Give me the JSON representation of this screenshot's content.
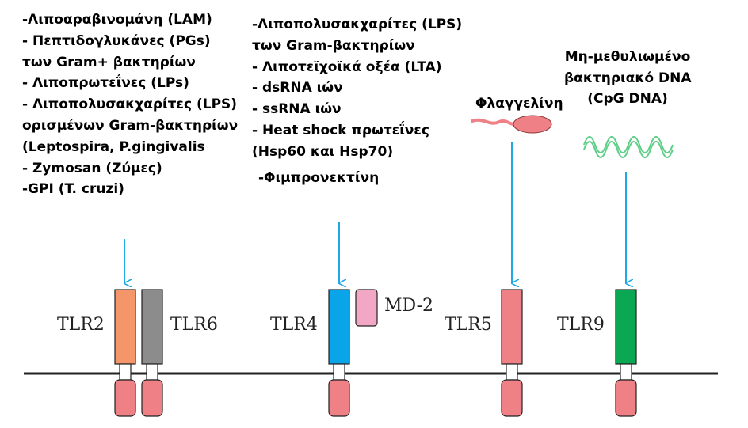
{
  "ligands": {
    "tlr2_6": [
      "-Λιποαραβινομάνη (LAM)",
      "- Πεπτιδογλυκάνες (PGs)",
      "των Gram+ βακτηρίων",
      "- Λιποπρωτεΐνες (LPs)",
      "- Λιποπολυσακχαρίτες (LPS)",
      "ορισμένων Gram-βακτηρίων",
      "(Leptospira, P.gingivalis",
      "- Zymosan (Ζύμες)",
      "-GPI (T. cruzi)"
    ],
    "tlr4": [
      "-Λιποπολυσακχαρίτες (LPS)",
      "των Gram-βακτηρίων",
      "- Λιποτεϊχοϊκά οξέα (LTA)",
      "- dsRNA ιών",
      "- ssRNA ιών",
      "- Heat shock πρωτεΐνες",
      "(Hsp60 και Hsp70)",
      "-Φιμπρονεκτίνη"
    ],
    "tlr5": "Φλαγγελίνη",
    "tlr9": [
      "Μη-μεθυλιωμένο",
      "βακτηριακό DNA",
      "(CpG DNA)"
    ]
  },
  "receptors": {
    "tlr2": "TLR2",
    "tlr6": "TLR6",
    "tlr4": "TLR4",
    "md2": "MD-2",
    "tlr5": "TLR5",
    "tlr9": "TLR9"
  },
  "colors": {
    "tlr2": "#f4956a",
    "tlr6": "#8c8c8c",
    "tlr4": "#0aa5e8",
    "md2": "#f2a7c5",
    "tlr5": "#ef8086",
    "tlr9": "#0aa852",
    "cytoplasmic_domain": "#ef8086",
    "arrow": "#1fa8e3",
    "cpg_dna": "#5fcf88",
    "flagellin": "#ef8086"
  }
}
